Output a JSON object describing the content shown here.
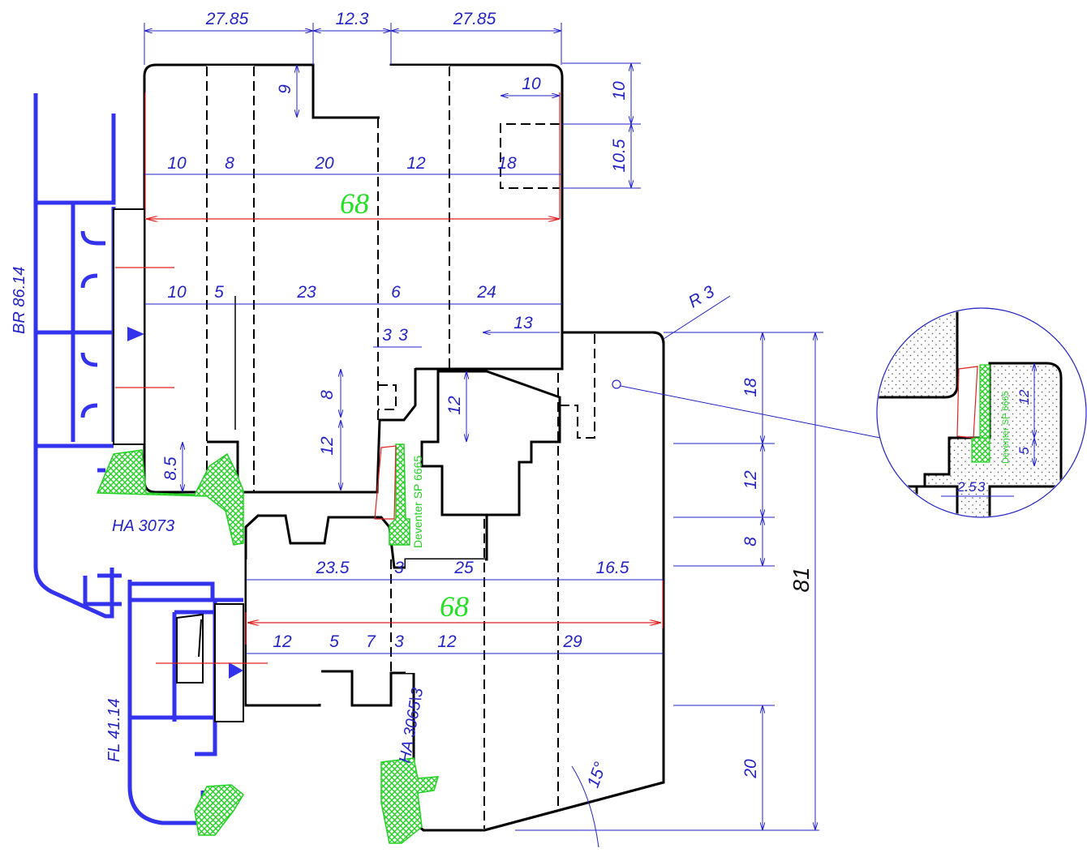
{
  "colors": {
    "dimension": "#2323c8",
    "outline": "#000000",
    "profile": "#3333ee",
    "seal": "#22e022",
    "guide": "#e02020"
  },
  "top_dims": {
    "d1": "27.85",
    "d2": "12.3",
    "d3": "27.85"
  },
  "sash": {
    "width_total": "68",
    "row1": [
      "10",
      "8",
      "20",
      "12",
      "18"
    ],
    "row2": [
      "10",
      "5",
      "23",
      "6",
      "24"
    ],
    "right_v": [
      "10",
      "10.5"
    ],
    "groove_depth": "9",
    "notch_h": "10",
    "small": [
      "3",
      "3"
    ],
    "side_13": "13",
    "inner_8": "8",
    "inner_12": "12",
    "inner_12b": "12",
    "lower_85": "8.5"
  },
  "frame": {
    "width_total": "68",
    "row1": [
      "23.5",
      "3",
      "25",
      "16.5"
    ],
    "row2": [
      "12",
      "5",
      "7",
      "3",
      "12",
      "29"
    ],
    "angle": "15°"
  },
  "right_dims": {
    "a": "18",
    "b": "12",
    "c": "8",
    "d": "20",
    "overall": "81"
  },
  "radius_label": "R 3",
  "labels": {
    "br": "BR 86.14",
    "fl": "FL 41.14",
    "ha3073": "HA  3073",
    "ha3065": "HA  3065\\3",
    "deventer": "Deventer  SP 6665"
  },
  "detail": {
    "d12": "12",
    "d5": "5",
    "d253": "2.5",
    "d3": "3",
    "seal": "Deventer  SP 6665"
  }
}
